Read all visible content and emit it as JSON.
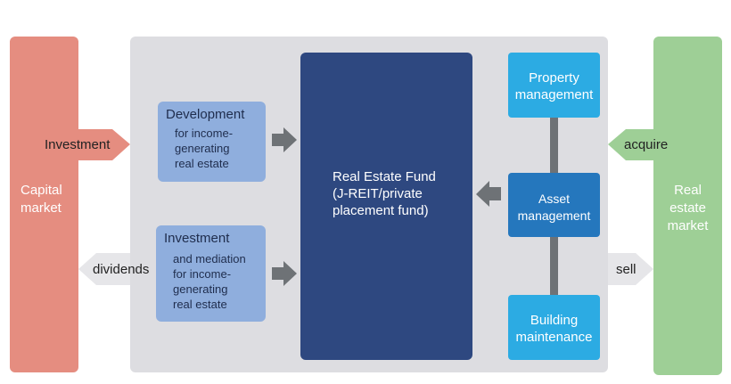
{
  "capital_market": {
    "label_line1": "Capital",
    "label_line2": "market",
    "color": "#e58d80"
  },
  "real_estate_market": {
    "label_line1": "Real",
    "label_line2": "estate",
    "label_line3": "market",
    "color": "#9ecf96"
  },
  "arrows": {
    "investment": "Investment",
    "dividends": "dividends",
    "acquire": "acquire",
    "sell": "sell"
  },
  "development_box": {
    "title": "Development",
    "sub1": "for income-",
    "sub2": "generating",
    "sub3": "real estate"
  },
  "investment_box": {
    "title": "Investment",
    "sub1": "and mediation",
    "sub2": "for income-",
    "sub3": "generating",
    "sub4": "real estate"
  },
  "fund": {
    "line1": "Real Estate Fund",
    "line2": "(J-REIT/private",
    "line3": "placement fund)",
    "color": "#2e4880"
  },
  "property_management": {
    "line1": "Property",
    "line2": "management"
  },
  "asset_management": {
    "line1": "Asset",
    "line2": "management"
  },
  "building_maintenance": {
    "line1": "Building",
    "line2": "maintenance"
  },
  "colors": {
    "panel": "#dddde1",
    "light_blue_box": "#8faedd",
    "cyan_box": "#2cabe3",
    "asset_box": "#2577bd",
    "connector": "#6e7276",
    "arrow_gray": "#6e7276",
    "label_arrow_bg": "#e6e6e9"
  }
}
